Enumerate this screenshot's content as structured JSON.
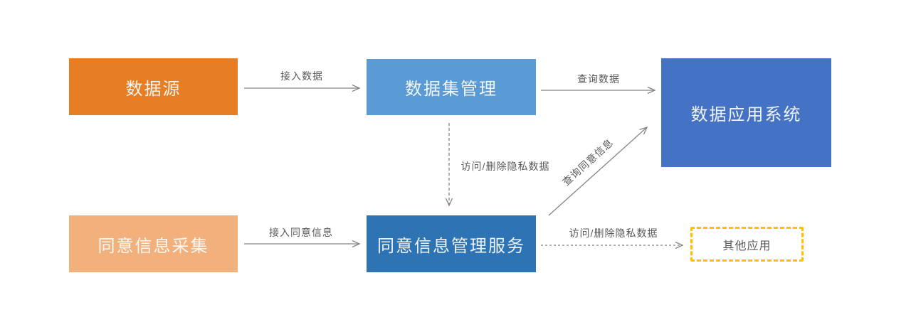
{
  "diagram": {
    "title": "consent-data-flow-diagram",
    "background_color": "#FFFFFF",
    "edge_line_color": "#848484",
    "nodes": [
      {
        "id": "data-source",
        "label": "数据源",
        "color": "#E87E23",
        "text_color": "#F7F3EF"
      },
      {
        "id": "dataset-management",
        "label": "数据集管理",
        "color": "#5B9BD5",
        "text_color": "#F2F6FB"
      },
      {
        "id": "data-app-system",
        "label": "数据应用系统",
        "color": "#4472C4",
        "text_color": "#EDF1F9"
      },
      {
        "id": "consent-collection",
        "label": "同意信息采集",
        "color": "#F1B07C",
        "text_color": "#FDF8F3"
      },
      {
        "id": "consent-mgmt-service",
        "label": "同意信息管理服务",
        "color": "#2E74B5",
        "text_color": "#EDF3FA"
      },
      {
        "id": "other-applications",
        "label": "其他应用",
        "color": "#FFFFFF",
        "border_color": "#FFC000",
        "text_color": "#595959"
      }
    ],
    "edges": [
      {
        "from": "data-source",
        "to": "dataset-management",
        "label": "接入数据",
        "style": "solid"
      },
      {
        "from": "dataset-management",
        "to": "data-app-system",
        "label": "查询数据",
        "style": "solid"
      },
      {
        "from": "dataset-management",
        "to": "consent-mgmt-service",
        "label": "访问/删除隐私数据",
        "style": "dashed"
      },
      {
        "from": "consent-collection",
        "to": "consent-mgmt-service",
        "label": "接入同意信息",
        "style": "solid"
      },
      {
        "from": "consent-mgmt-service",
        "to": "data-app-system",
        "label": "查询同意信息",
        "style": "solid"
      },
      {
        "from": "consent-mgmt-service",
        "to": "other-applications",
        "label": "访问/删除隐私数据",
        "style": "dashed"
      }
    ]
  }
}
